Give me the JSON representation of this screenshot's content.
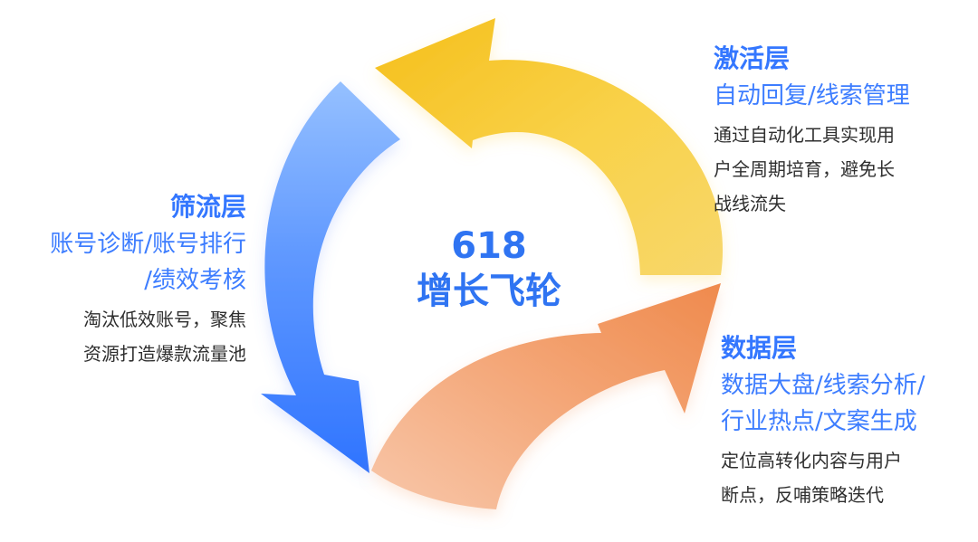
{
  "center": {
    "number": "618",
    "label": "增长飞轮"
  },
  "blocks": {
    "filter": {
      "title": "筛流层",
      "subtitle_lines": [
        "账号诊断/账号排行",
        "/绩效考核"
      ],
      "description_lines": [
        "淘汰低效账号，聚焦",
        "资源打造爆款流量池"
      ]
    },
    "activate": {
      "title": "激活层",
      "subtitle_lines": [
        "自动回复/线索管理"
      ],
      "description_lines": [
        "通过自动化工具实现用",
        "户全周期培育，避免长",
        "战线流失"
      ]
    },
    "data": {
      "title": "数据层",
      "subtitle_lines": [
        "数据大盘/线索分析/",
        "行业热点/文案生成"
      ],
      "description_lines": [
        "定位高转化内容与用户",
        "断点，反哺策略迭代"
      ]
    }
  },
  "colors": {
    "blue_arrow": "#4f8cff",
    "yellow_arrow": "#f7c843",
    "orange_arrow": "#f2a06a",
    "title_blue": "#3477ff",
    "text_dark": "#2f2f2f"
  },
  "icons": {
    "blue_arrow": "curved-arrow-down",
    "yellow_arrow": "curved-arrow-left",
    "orange_arrow": "curved-arrow-up-right"
  }
}
